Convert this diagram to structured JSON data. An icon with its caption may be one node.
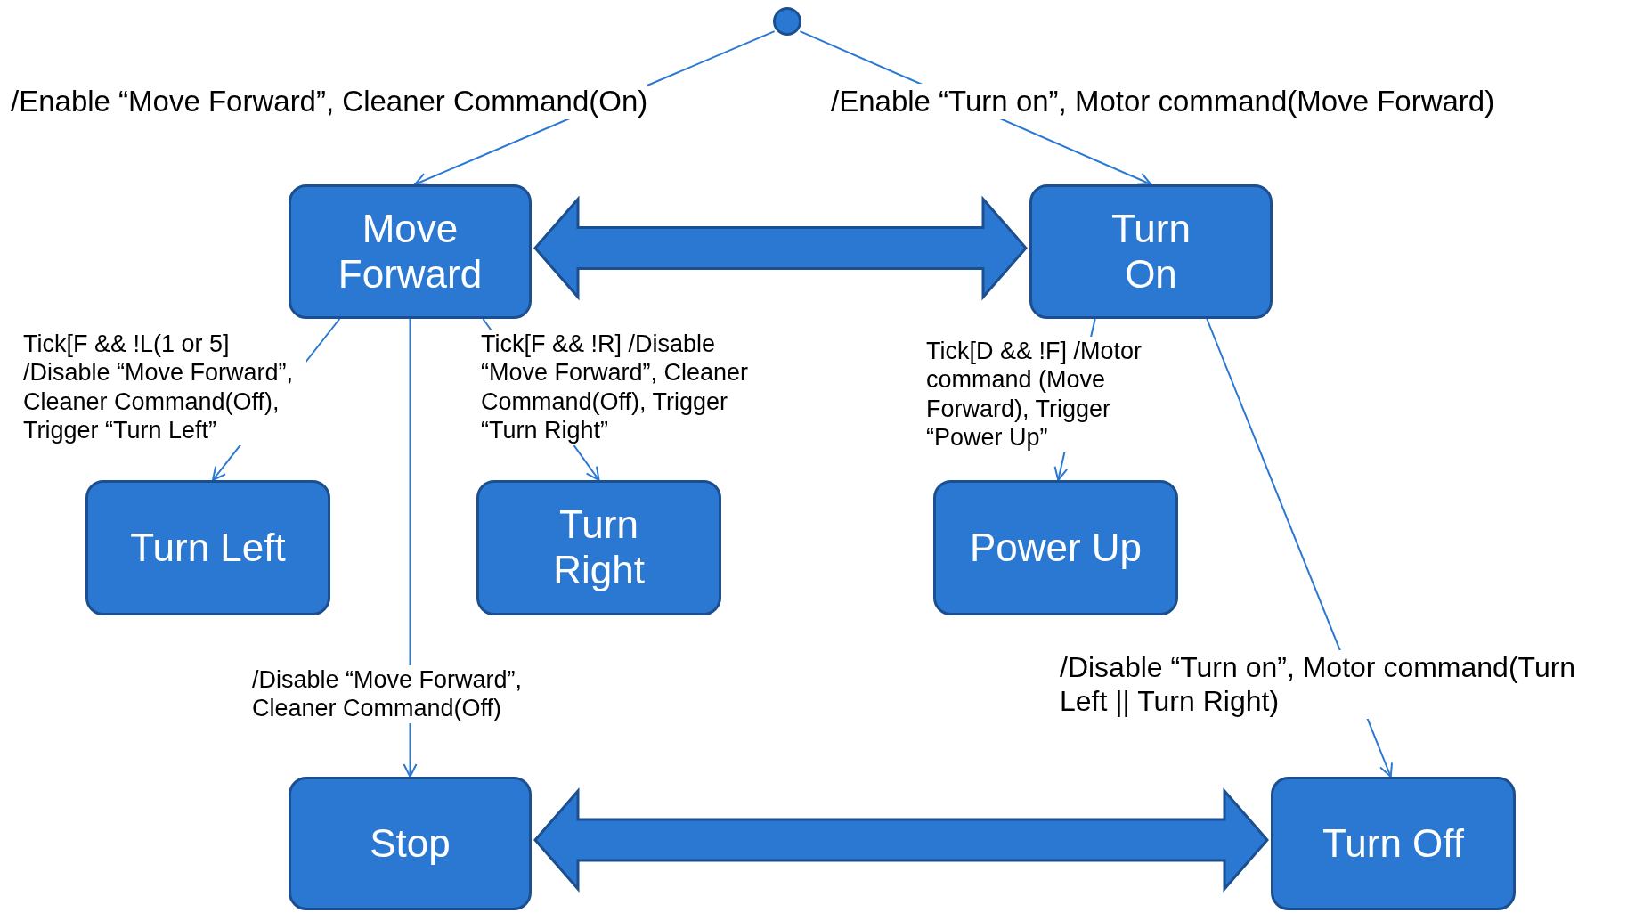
{
  "diagram": {
    "nodes": [
      {
        "text": [],
        "shape": "circle"
      },
      {
        "text": [
          "Move Forward"
        ]
      },
      {
        "text": [
          "Turn On"
        ]
      },
      {
        "text": [
          "Turn Left"
        ]
      },
      {
        "text": [
          "Turn Right"
        ]
      },
      {
        "text": [
          "Power Up"
        ]
      },
      {
        "text": [
          "Stop"
        ]
      },
      {
        "text": [
          "Turn Off"
        ]
      }
    ],
    "edges": [
      {
        "from": 0,
        "to": 1,
        "arrow": "to",
        "label": "/Enable “Move Forward”, Cleaner Command(On)"
      },
      {
        "from": 0,
        "to": 2,
        "arrow": "to",
        "label": "/Enable “Turn on”, Motor command(Move Forward)"
      },
      {
        "from": 1,
        "to": 3,
        "arrow": "to",
        "label": "Tick[F && !L(1 or 5] /Disable “Move Forward”, Cleaner Command(Off), Trigger “Turn Left”"
      },
      {
        "from": 1,
        "to": 4,
        "arrow": "to",
        "label": "Tick[F && !R] /Disable “Move Forward”, Cleaner Command(Off), Trigger “Turn Right”"
      },
      {
        "from": 1,
        "to": 6,
        "arrow": "to",
        "label": "/Disable “Move Forward”, Cleaner Command(Off)"
      },
      {
        "from": 2,
        "to": 5,
        "arrow": "to",
        "label": "Tick[D && !F] /Motor command (Move Forward), Trigger “Power Up”"
      },
      {
        "from": 2,
        "to": 7,
        "arrow": "to",
        "label": "/Disable “Turn on”, Motor command(Turn Left || Turn Right)"
      },
      {
        "from": 1,
        "to": 2,
        "arrow": "both",
        "style": "thick"
      },
      {
        "from": 6,
        "to": 7,
        "arrow": "both",
        "style": "thick"
      }
    ]
  }
}
